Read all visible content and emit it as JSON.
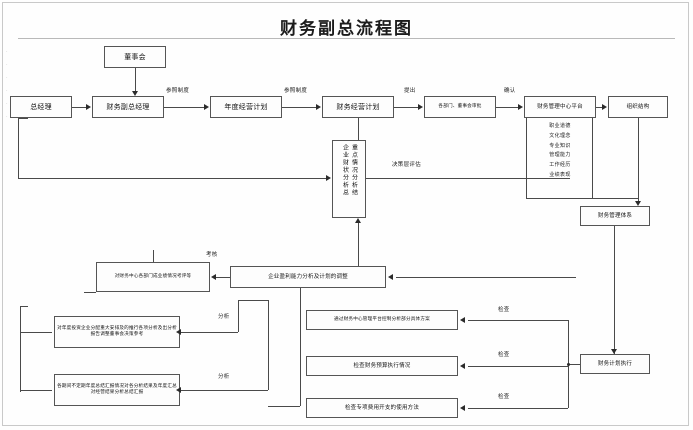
{
  "title": "财务副总流程图",
  "nodes": {
    "board": "董事会",
    "gm": "总经理",
    "cfo": "财务副总经理",
    "annual_plan": "年度经营计划",
    "finance_plan": "财务经营计划",
    "dept_board_approve": "各部门、董事会审批",
    "fin_center_platform": "财务管理中心平台",
    "org_structure": "组织结构",
    "fin_mgmt_system": "财务管理体系",
    "fin_plan_exec": "财务计划执行",
    "vertical_left": "企业财状分析总",
    "vertical_right": "重点情况分析结",
    "perf_eval": "对财务中心各部门成业绩情况考评等",
    "profit_analysis": "企业盈利能力分析及计划的调整",
    "box_left_2": "对年度投资企业分配重大安排及的推行各项分析及出分析报告调整董事会决策参考",
    "box_left_3": "各期间不定期年度总结汇报情况对各分析结果及年度汇总对经营结果分析总结汇报",
    "box_right_1": "通过财务中心管理平台控制分析部分具体方案",
    "box_right_2": "检查财务预算执行情况",
    "box_right_3": "检查专项费用开支的使用方法"
  },
  "edge_labels": {
    "ref_system_1": "参照制度",
    "ref_system_2": "参照制度",
    "submit": "提出",
    "confirm": "确认",
    "decision_eval": "决策层评估",
    "assess": "考核",
    "analysis_1": "分析",
    "analysis_2": "分析",
    "check_1": "检查",
    "check_2": "检查",
    "check_3": "检查"
  },
  "competency_list": [
    "职业道德",
    "文化理念",
    "专业知识",
    "管理能力",
    "工作经历",
    "业绩表现"
  ],
  "colors": {
    "line": "#4a4a4a",
    "box_border": "#555555",
    "background": "#fefefe",
    "text": "#111111"
  }
}
